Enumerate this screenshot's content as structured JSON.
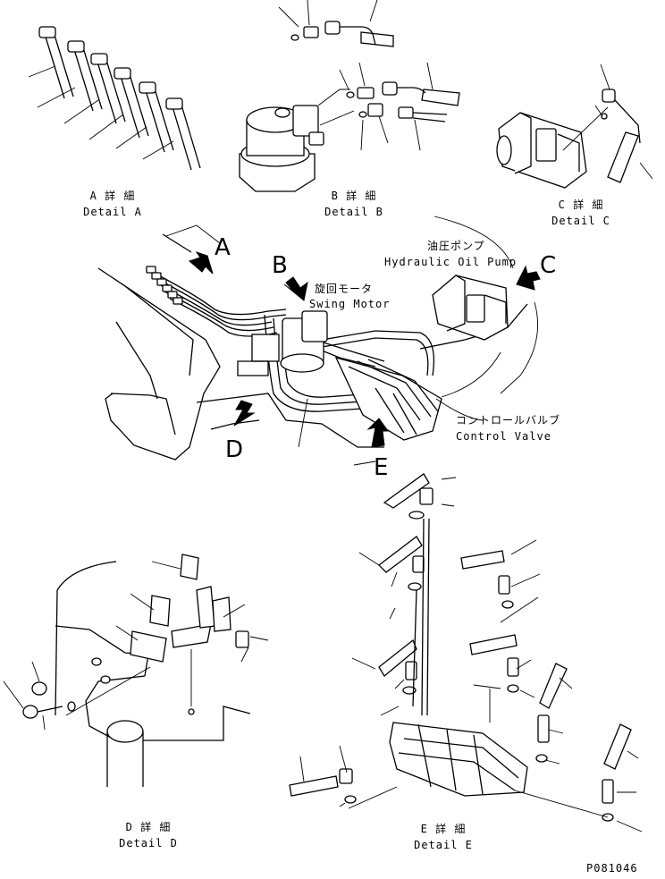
{
  "details": {
    "a": {
      "jp": "A 詳 細",
      "en": "Detail A"
    },
    "b": {
      "jp": "B 詳 細",
      "en": "Detail B"
    },
    "c": {
      "jp": "C 詳 細",
      "en": "Detail C"
    },
    "d": {
      "jp": "D 詳 細",
      "en": "Detail D"
    },
    "e": {
      "jp": "E 詳 細",
      "en": "Detail E"
    }
  },
  "callouts": {
    "a": "A",
    "b": "B",
    "c": "C",
    "d": "D",
    "e": "E"
  },
  "components": {
    "pump": {
      "jp": "油圧ポンプ",
      "en": "Hydraulic Oil Pump"
    },
    "swing": {
      "jp": "旋回モータ",
      "en": "Swing Motor"
    },
    "valve": {
      "jp": "コントロールバルブ",
      "en": "Control Valve"
    }
  },
  "drawing_number": "P081046"
}
